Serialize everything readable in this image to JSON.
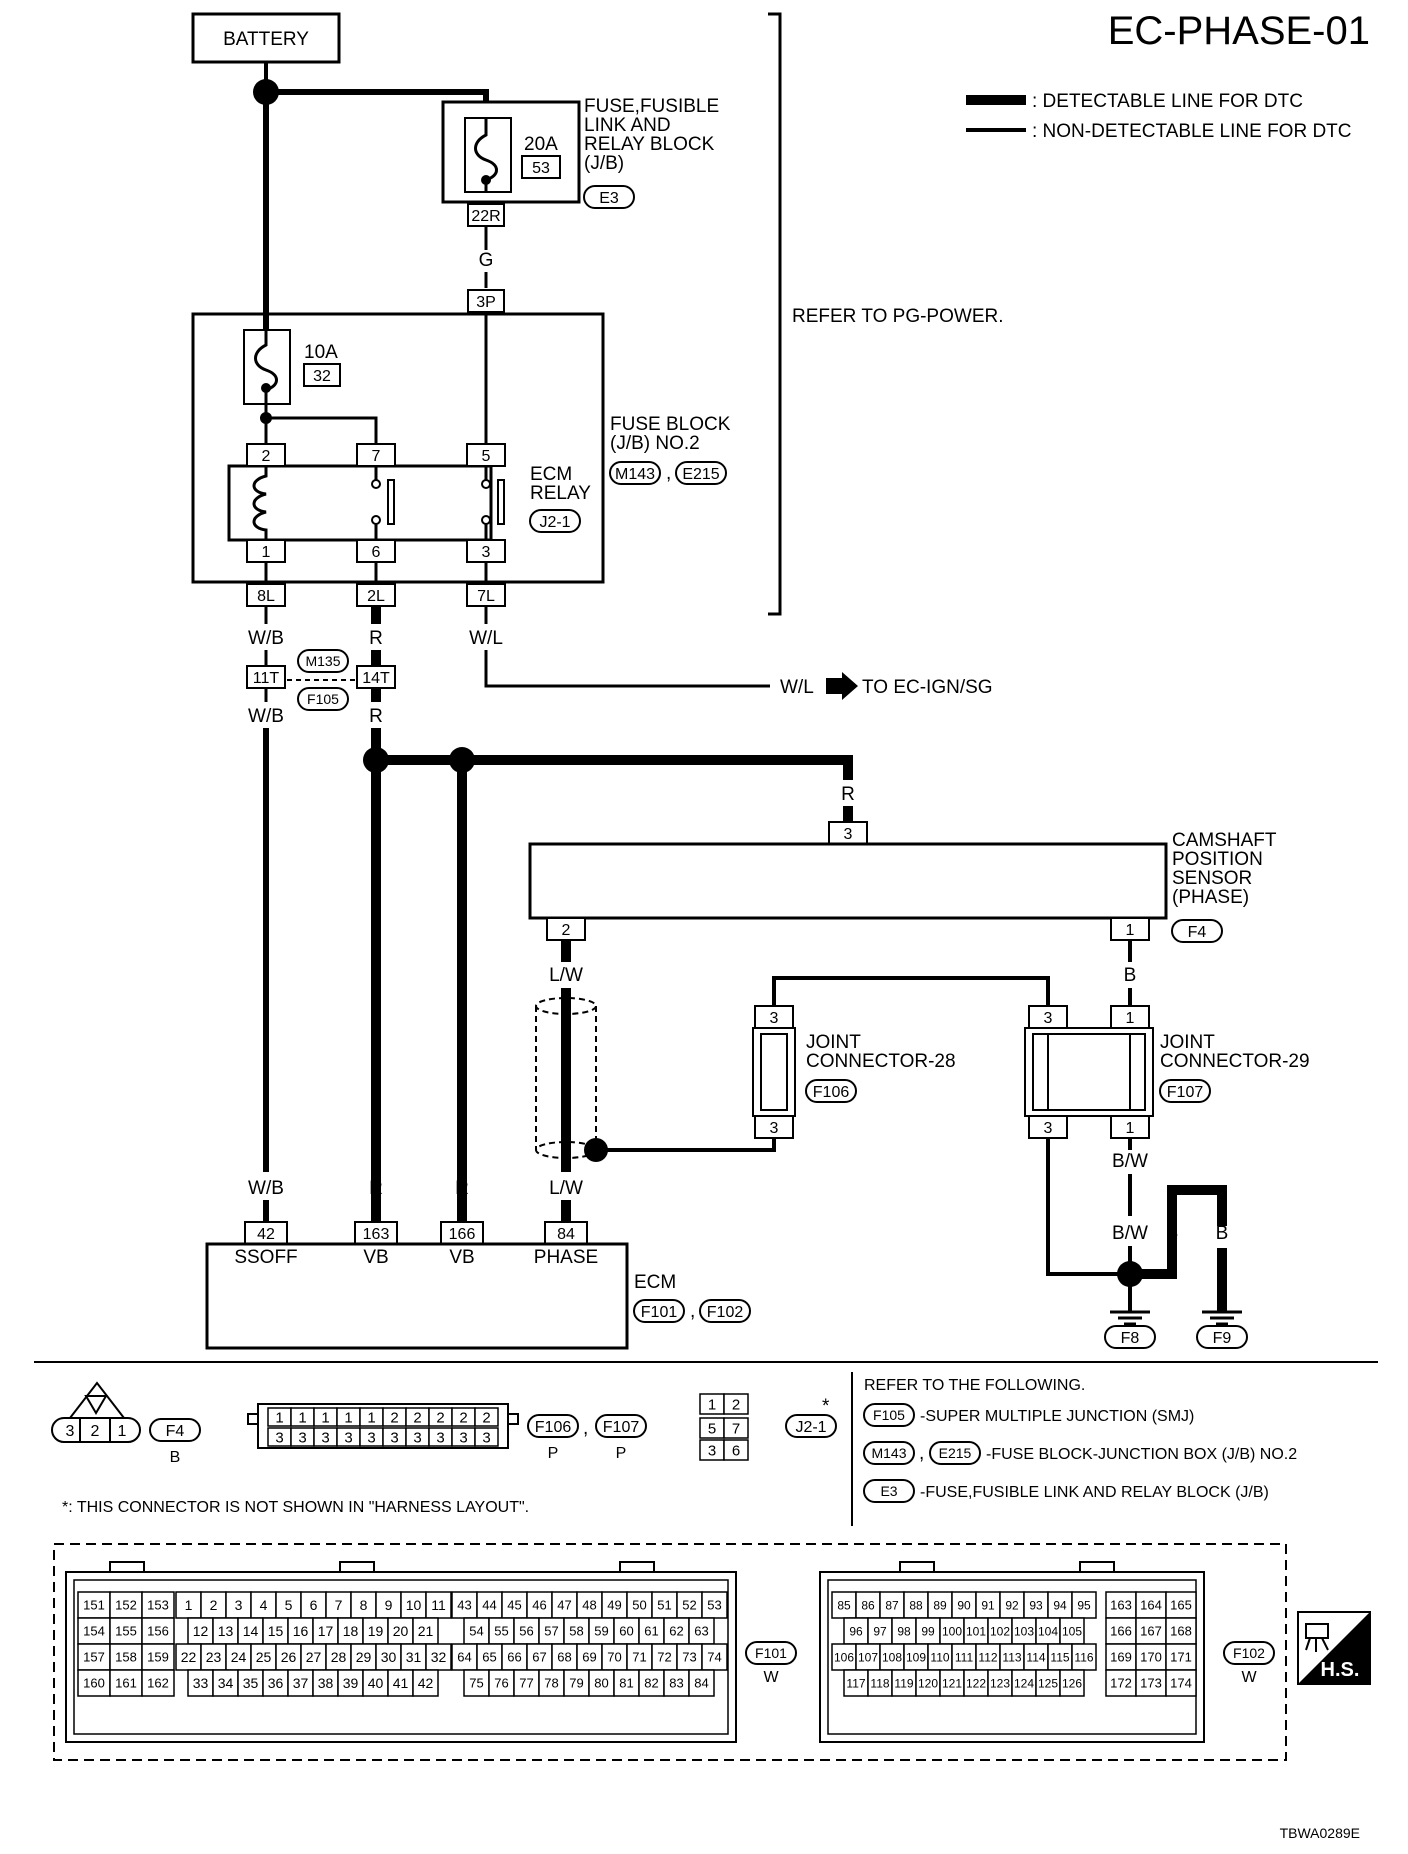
{
  "page": {
    "title": "EC-PHASE-01",
    "figure_code": "TBWA0289E",
    "legend": {
      "detectable": ": DETECTABLE LINE FOR DTC",
      "non_detectable": ": NON-DETECTABLE LINE FOR DTC"
    },
    "battery": "BATTERY",
    "fuse_20a": {
      "rating": "20A",
      "number": "53",
      "terminal": "22R"
    },
    "fusible_block": {
      "lines": [
        "FUSE,FUSIBLE",
        "LINK AND",
        "RELAY BLOCK",
        "(J/B)"
      ],
      "connector": "E3"
    },
    "wire_g": "G",
    "refer_pg": "REFER TO PG-POWER.",
    "fuse_10a": {
      "rating": "10A",
      "number": "32"
    },
    "fuse_block": {
      "lines": [
        "FUSE BLOCK",
        "(J/B) NO.2"
      ],
      "connectors": [
        "M143",
        "E215"
      ],
      "comma": ","
    },
    "ecm_relay": {
      "lines": [
        "ECM",
        "RELAY"
      ],
      "connector": "J2-1"
    },
    "relay_pins": {
      "top": [
        "2",
        "7",
        "5"
      ],
      "bottom": [
        "1",
        "6",
        "3"
      ]
    },
    "jb_pins": {
      "top": "3P",
      "bottom": [
        "8L",
        "2L",
        "7L"
      ]
    },
    "wire_labels": {
      "wb": "W/B",
      "r": "R",
      "wl": "W/L",
      "lw": "L/W",
      "b": "B",
      "bw": "B/W"
    },
    "smj": {
      "pins": [
        "11T",
        "14T"
      ],
      "connectors": [
        "M135",
        "F105"
      ]
    },
    "to_ign": "TO EC-IGN/SG",
    "cmp_sensor": {
      "lines": [
        "CAMSHAFT",
        "POSITION",
        "SENSOR",
        "(PHASE)"
      ],
      "connector": "F4",
      "pins": [
        "3",
        "2",
        "1"
      ]
    },
    "jc28": {
      "lines": [
        "JOINT",
        "CONNECTOR-28"
      ],
      "connector": "F106",
      "pins": [
        "3",
        "3"
      ]
    },
    "jc29": {
      "lines": [
        "JOINT",
        "CONNECTOR-29"
      ],
      "connector": "F107",
      "pins": [
        "3",
        "1",
        "3",
        "1"
      ]
    },
    "ecm": {
      "label": "ECM",
      "connectors": [
        "F101",
        "F102"
      ],
      "pins": [
        "42",
        "163",
        "166",
        "84"
      ],
      "terms": [
        "SSOFF",
        "VB",
        "VB",
        "PHASE"
      ]
    },
    "grounds": [
      "F8",
      "F9"
    ],
    "conn_f4": {
      "pins": [
        "3",
        "2",
        "1"
      ],
      "name": "F4",
      "color": "B"
    },
    "conn_f106_f107": {
      "top": [
        "1",
        "1",
        "1",
        "1",
        "1",
        "2",
        "2",
        "2",
        "2",
        "2"
      ],
      "bottom": [
        "3",
        "3",
        "3",
        "3",
        "3",
        "3",
        "3",
        "3",
        "3",
        "3"
      ],
      "names": [
        "F106",
        "F107"
      ],
      "colors": [
        "P",
        "P"
      ],
      "comma": ","
    },
    "conn_j2": {
      "grid": [
        "1",
        "2",
        "5",
        "7",
        "3",
        "6"
      ],
      "name": "J2-1",
      "star": "*"
    },
    "note": "*: THIS CONNECTOR IS NOT SHOWN IN \"HARNESS LAYOUT\".",
    "refer_box": {
      "heading": "REFER TO THE FOLLOWING.",
      "items": [
        {
          "connectors": [
            "F105"
          ],
          "text": "-SUPER MULTIPLE JUNCTION (SMJ)"
        },
        {
          "connectors": [
            "M143",
            "E215"
          ],
          "text": "-FUSE BLOCK-JUNCTION BOX (J/B) NO.2"
        },
        {
          "connectors": [
            "E3"
          ],
          "text": "-FUSE,FUSIBLE LINK AND RELAY BLOCK (J/B)"
        }
      ]
    },
    "f101": {
      "name": "F101",
      "color": "W",
      "a_rows": [
        [
          "151",
          "152",
          "153"
        ],
        [
          "154",
          "155",
          "156"
        ],
        [
          "157",
          "158",
          "159"
        ],
        [
          "160",
          "161",
          "162"
        ]
      ],
      "b_rows": [
        [
          "1",
          "2",
          "3",
          "4",
          "5",
          "6",
          "7",
          "8",
          "9",
          "10",
          "11"
        ],
        [
          "12",
          "13",
          "14",
          "15",
          "16",
          "17",
          "18",
          "19",
          "20",
          "21"
        ],
        [
          "22",
          "23",
          "24",
          "25",
          "26",
          "27",
          "28",
          "29",
          "30",
          "31",
          "32"
        ],
        [
          "33",
          "34",
          "35",
          "36",
          "37",
          "38",
          "39",
          "40",
          "41",
          "42"
        ]
      ],
      "c_rows": [
        [
          "43",
          "44",
          "45",
          "46",
          "47",
          "48",
          "49",
          "50",
          "51",
          "52",
          "53"
        ],
        [
          "54",
          "55",
          "56",
          "57",
          "58",
          "59",
          "60",
          "61",
          "62",
          "63"
        ],
        [
          "64",
          "65",
          "66",
          "67",
          "68",
          "69",
          "70",
          "71",
          "72",
          "73",
          "74"
        ],
        [
          "75",
          "76",
          "77",
          "78",
          "79",
          "80",
          "81",
          "82",
          "83",
          "84"
        ]
      ]
    },
    "f102": {
      "name": "F102",
      "color": "W",
      "a_rows": [
        [
          "85",
          "86",
          "87",
          "88",
          "89",
          "90",
          "91",
          "92",
          "93",
          "94",
          "95"
        ],
        [
          "96",
          "97",
          "98",
          "99",
          "100",
          "101",
          "102",
          "103",
          "104",
          "105"
        ],
        [
          "106",
          "107",
          "108",
          "109",
          "110",
          "111",
          "112",
          "113",
          "114",
          "115",
          "116"
        ],
        [
          "117",
          "118",
          "119",
          "120",
          "121",
          "122",
          "123",
          "124",
          "125",
          "126"
        ]
      ],
      "b_rows": [
        [
          "163",
          "164",
          "165"
        ],
        [
          "166",
          "167",
          "168"
        ],
        [
          "169",
          "170",
          "171"
        ],
        [
          "172",
          "173",
          "174"
        ]
      ]
    },
    "hs_badge": "H.S.",
    "hs_icon": "harness-icon"
  }
}
